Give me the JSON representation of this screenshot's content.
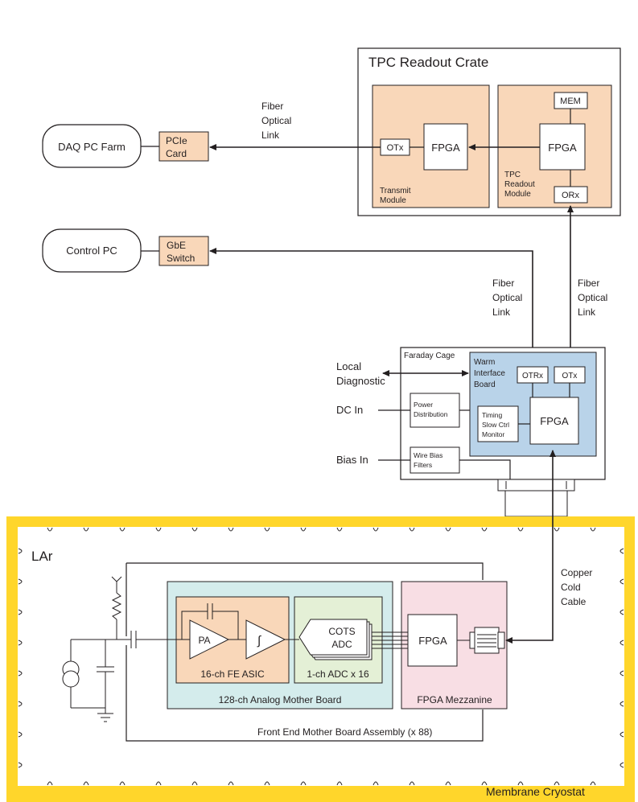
{
  "readout_crate": {
    "title": "TPC Readout Crate",
    "transmit_module": {
      "title_line1": "Transmit",
      "title_line2": "Module",
      "otx": "OTx",
      "fpga": "FPGA"
    },
    "tpc_readout_module": {
      "title_line1": "TPC",
      "title_line2": "Readout",
      "title_line3": "Module",
      "mem": "MEM",
      "fpga": "FPGA",
      "orx": "ORx"
    }
  },
  "daq": {
    "label": "DAQ PC Farm",
    "pcie_line1": "PCIe",
    "pcie_line2": "Card"
  },
  "control": {
    "label": "Control PC",
    "gbe_line1": "GbE",
    "gbe_line2": "Switch"
  },
  "fiber_top": {
    "line1": "Fiber",
    "line2": "Optical",
    "line3": "Link"
  },
  "fiber_mid_left": {
    "line1": "Fiber",
    "line2": "Optical",
    "line3": "Link"
  },
  "fiber_mid_right": {
    "line1": "Fiber",
    "line2": "Optical",
    "line3": "Link"
  },
  "faraday": {
    "title": "Faraday Cage",
    "power_line1": "Power",
    "power_line2": "Distribution",
    "wirebias_line1": "Wire Bias",
    "wirebias_line2": "Filters",
    "wib_line1": "Warm",
    "wib_line2": "Interface",
    "wib_line3": "Board",
    "otrx": "OTRx",
    "otx": "OTx",
    "timing_line1": "Timing",
    "timing_line2": "Slow Ctrl",
    "timing_line3": "Monitor",
    "fpga": "FPGA"
  },
  "inputs": {
    "local_line1": "Local",
    "local_line2": "Diagnostic",
    "dc_in": "DC In",
    "bias_in": "Bias In"
  },
  "copper": {
    "line1": "Copper",
    "line2": "Cold",
    "line3": "Cable"
  },
  "cryostat": {
    "lar": "LAr",
    "membrane": "Membrane Cryostat",
    "fe_asic": {
      "pa": "PA",
      "integrator": "∫",
      "title": "16-ch FE ASIC"
    },
    "adc": {
      "line1": "COTS",
      "line2": "ADC",
      "title": "1-ch ADC x 16"
    },
    "analog_mb": "128-ch Analog Mother Board",
    "mezzanine": {
      "fpga": "FPGA",
      "title": "FPGA Mezzanine"
    },
    "assembly": "Front End Mother Board Assembly (x 88)"
  },
  "colors": {
    "orange_fill": "#f9d7b9",
    "blue_fill": "#b9d3e9",
    "teal_fill": "#d4ecec",
    "green_fill": "#e4f0d6",
    "pink_fill": "#f8dee4",
    "yellow_frame": "#ffd62b",
    "line": "#231f20"
  }
}
